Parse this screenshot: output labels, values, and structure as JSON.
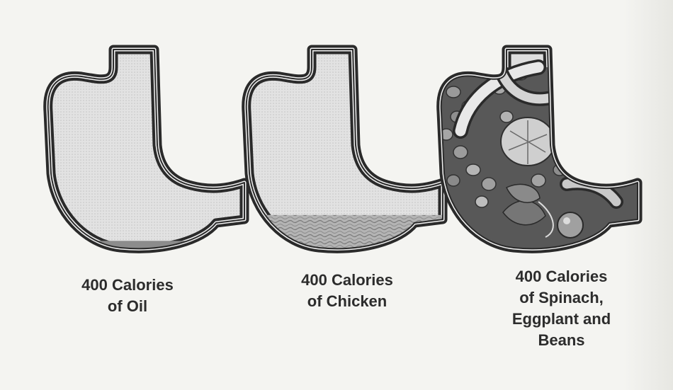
{
  "stomachs": [
    {
      "caption_lines": [
        "400 Calories",
        "of Oil"
      ],
      "fill_level": 0.06
    },
    {
      "caption_lines": [
        "400 Calories",
        "of Chicken"
      ],
      "fill_level": 0.2
    },
    {
      "caption_lines": [
        "400 Calories",
        "of Spinach,",
        "Eggplant and",
        "Beans"
      ],
      "fill_level": 1.0
    }
  ],
  "colors": {
    "outline": "#2a2a2a",
    "cavity": "#dedede",
    "oil": "#8c8c8c",
    "chicken": "#a8a8a8",
    "vegetables": "#585858"
  }
}
